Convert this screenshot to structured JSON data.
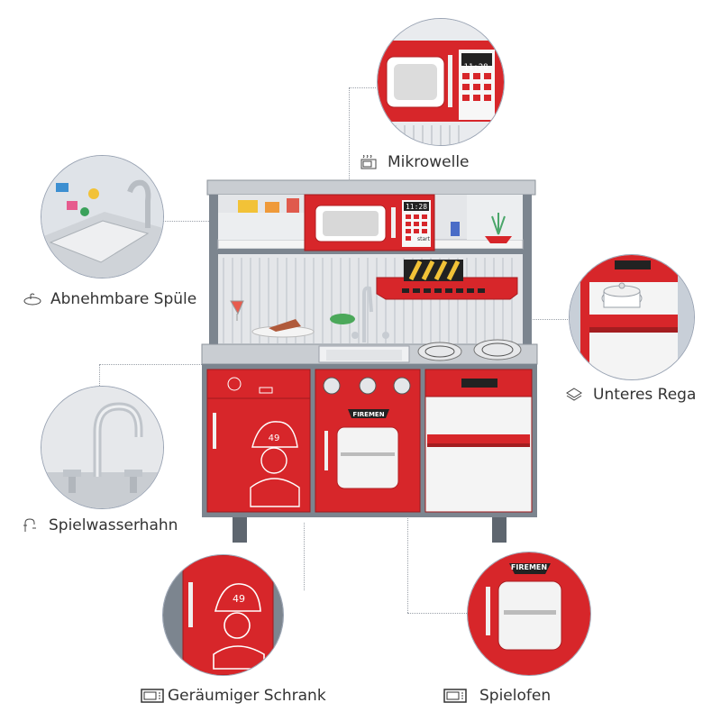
{
  "features": [
    {
      "id": "mikrowelle",
      "icon": "microwave-icon",
      "label": "Mikrowelle"
    },
    {
      "id": "spuele",
      "icon": "sink-icon",
      "label": "Abnehmbare Spüle"
    },
    {
      "id": "regal",
      "icon": "layers-icon",
      "label": "Unteres Rega"
    },
    {
      "id": "wasserhahn",
      "icon": "faucet-icon",
      "label": "Spielwasserhahn"
    },
    {
      "id": "schrank",
      "icon": "microwave-icon",
      "label": "Geräumiger Schrank"
    },
    {
      "id": "ofen",
      "icon": "microwave-icon",
      "label": "Spielofen"
    }
  ],
  "kitchen": {
    "microwave_clock": "11:28",
    "microwave_start": "start",
    "oven_badge": "FIREMEN",
    "cabinet_helmet_number": "49"
  },
  "colors": {
    "red": "#d7262a",
    "gray_frame": "#7c858f",
    "gray_light": "#c9cdd2",
    "white": "#ffffff"
  }
}
